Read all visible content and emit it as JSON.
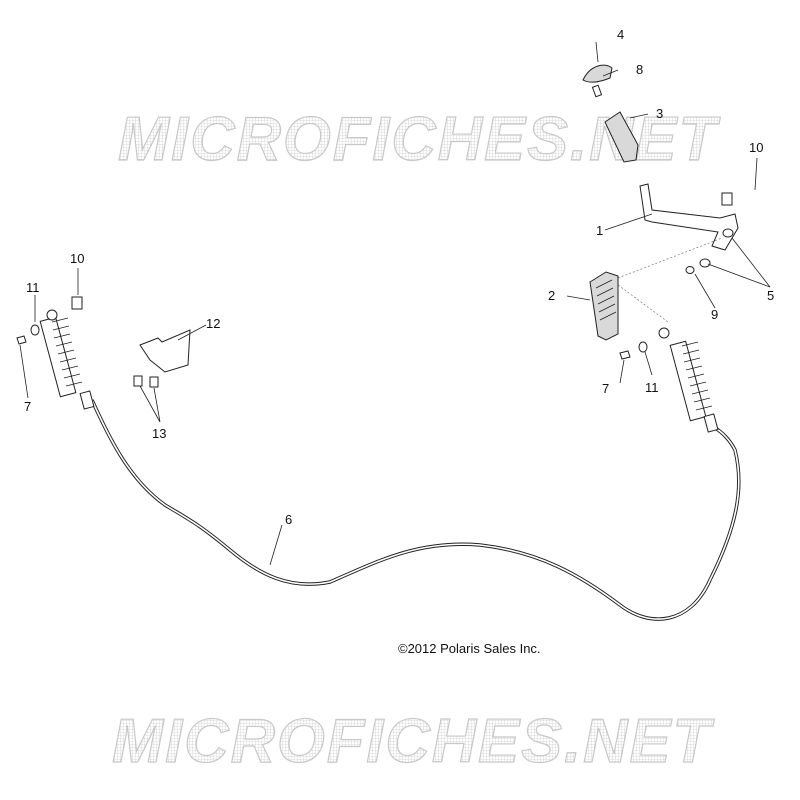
{
  "watermark": "MICROFICHES.NET",
  "copyright": "©2012 Polaris Sales Inc.",
  "callouts": {
    "c1": "1",
    "c2": "2",
    "c3": "3",
    "c4": "4",
    "c5": "5",
    "c6": "6",
    "c7_left": "7",
    "c7_right": "7",
    "c8": "8",
    "c9": "9",
    "c10_left": "10",
    "c10_right": "10",
    "c11_left": "11",
    "c11_right": "11",
    "c12": "12",
    "c13": "13"
  }
}
